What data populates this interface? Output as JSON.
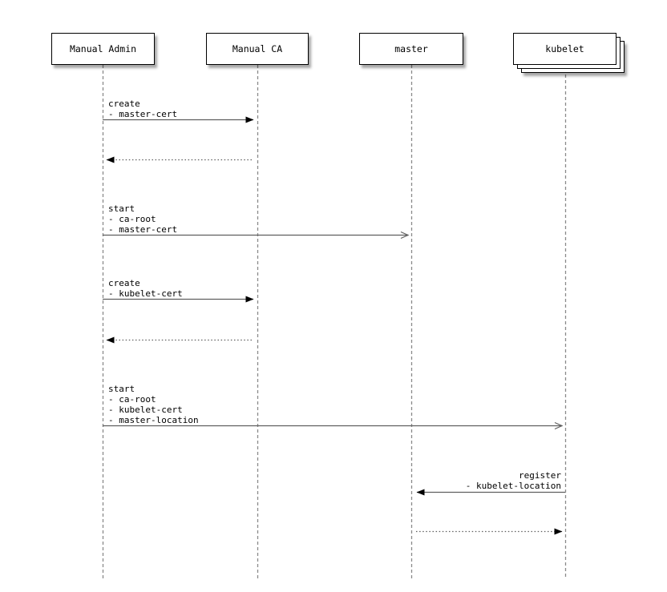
{
  "diagram": {
    "kind": "sequence-diagram",
    "colors": {
      "background": "#ffffff",
      "box_fill": "#ffffff",
      "box_border": "#000000",
      "box_shadow_gray": "#aaaaaa",
      "lifeline_gray": "#8a8a8a",
      "message_line_gray": "#5f5f5f",
      "arrowhead_black": "#000000",
      "text": "#000000"
    },
    "actors": [
      {
        "id": "manual-admin",
        "label": "Manual Admin",
        "stacked": false
      },
      {
        "id": "manual-ca",
        "label": "Manual CA",
        "stacked": false
      },
      {
        "id": "master",
        "label": "master",
        "stacked": false
      },
      {
        "id": "kubelet",
        "label": "kubelet",
        "stacked": true
      }
    ],
    "messages": [
      {
        "from": "Manual Admin",
        "to": "Manual CA",
        "line": "solid",
        "arrowhead": "filled",
        "label_lines": [
          "create",
          "- master-cert"
        ]
      },
      {
        "from": "Manual CA",
        "to": "Manual Admin",
        "line": "dotted",
        "arrowhead": "filled",
        "label_lines": []
      },
      {
        "from": "Manual Admin",
        "to": "master",
        "line": "solid",
        "arrowhead": "open",
        "label_lines": [
          "start",
          "- ca-root",
          "- master-cert"
        ]
      },
      {
        "from": "Manual Admin",
        "to": "Manual CA",
        "line": "solid",
        "arrowhead": "filled",
        "label_lines": [
          "create",
          "- kubelet-cert"
        ]
      },
      {
        "from": "Manual CA",
        "to": "Manual Admin",
        "line": "dotted",
        "arrowhead": "filled",
        "label_lines": []
      },
      {
        "from": "Manual Admin",
        "to": "kubelet",
        "line": "solid",
        "arrowhead": "open",
        "label_lines": [
          "start",
          "- ca-root",
          "- kubelet-cert",
          "- master-location"
        ]
      },
      {
        "from": "kubelet",
        "to": "master",
        "line": "solid",
        "arrowhead": "filled",
        "label_lines": [
          "register",
          "- kubelet-location"
        ]
      },
      {
        "from": "master",
        "to": "kubelet",
        "line": "dotted",
        "arrowhead": "filled",
        "label_lines": []
      }
    ]
  }
}
